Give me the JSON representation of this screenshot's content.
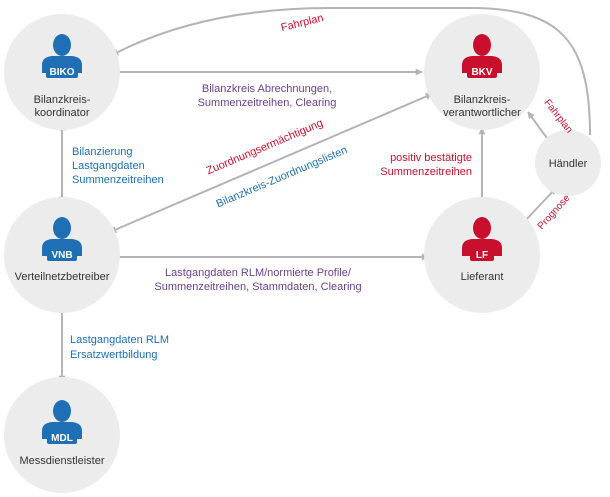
{
  "colors": {
    "node_fill": "#ececec",
    "arrow": "#b4b4b4",
    "blue": "#1f6fb4",
    "red": "#c8102e",
    "purple": "#6b3f8f",
    "text_dark": "#333333"
  },
  "nodes": {
    "biko": {
      "badge": "BIKO",
      "name_line1": "Bilanzkreis-",
      "name_line2": "koordinator",
      "color": "blue"
    },
    "bkv": {
      "badge": "BKV",
      "name_line1": "Bilanzkreis-",
      "name_line2": "verantwortlicher",
      "color": "red"
    },
    "vnb": {
      "badge": "VNB",
      "name_line1": "Verteilnetzbetreiber",
      "color": "blue"
    },
    "lf": {
      "badge": "LF",
      "name_line1": "Lieferant",
      "color": "red"
    },
    "mdl": {
      "badge": "MDL",
      "name_line1": "Messdienstleister",
      "color": "blue"
    },
    "haendler": {
      "name_line1": "Händler"
    }
  },
  "edges": {
    "fahrplan_top": "Fahrplan",
    "biko_bkv_line1": "Bilanzkreis Abrechnungen,",
    "biko_bkv_line2": "Summenzeitreihen, Clearing",
    "biko_vnb_line1": "Bilanzierung",
    "biko_vnb_line2": "Lastgangdaten",
    "biko_vnb_line3": "Summenzeitreihen",
    "zuordnungsermaechtigung": "Zuordnungsermächtigung",
    "zuordnungslisten": "Bilanzkreis-Zuordnungslisten",
    "lf_bkv_line1": "positiv bestätigte",
    "lf_bkv_line2": "Summenzeitreihen",
    "fahrplan_haendler": "Fahrplan",
    "prognose": "Prognose",
    "vnb_lf_line1": "Lastgangdaten RLM/normierte Profile/",
    "vnb_lf_line2": "Summenzeitreihen, Stammdaten, Clearing",
    "vnb_mdl_line1": "Lastgangdaten RLM",
    "vnb_mdl_line2": "Ersatzwertbildung"
  }
}
